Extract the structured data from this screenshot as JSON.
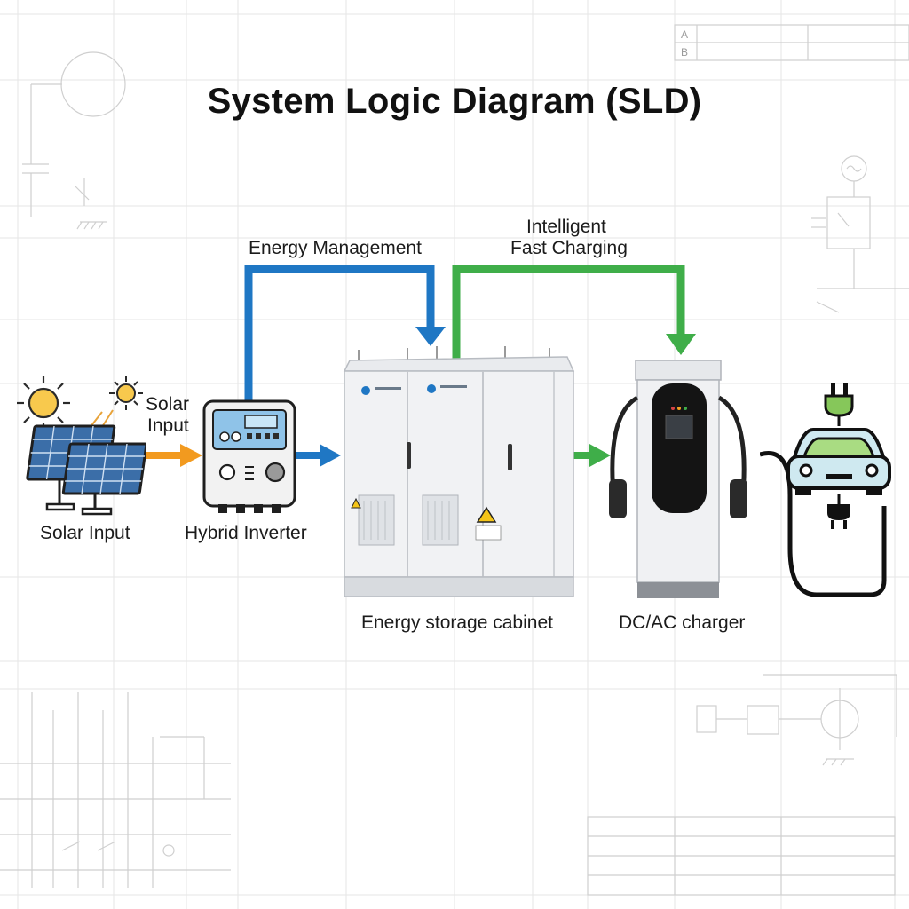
{
  "title": "System Logic Diagram (SLD)",
  "flows": {
    "energy_management": "Energy Management",
    "intelligent_fast_charging": [
      "Intelligent",
      "Fast Charging"
    ]
  },
  "components": {
    "solar_panel_label": "Solar Input",
    "solar_beam_label": [
      "Solar",
      "Input"
    ],
    "inverter_label": "Hybrid Inverter",
    "cabinet_label": "Energy storage cabinet",
    "charger_label": "DC/AC charger"
  },
  "grid_table": {
    "rows": [
      "A",
      "B"
    ]
  },
  "colors": {
    "energy_management_arrow": "#1f77c4",
    "fast_charging_arrow": "#3fae49",
    "solar_arrow": "#f29a1f",
    "cabinet_arrow": "#1f77c4",
    "charger_arrow": "#3fae49"
  }
}
